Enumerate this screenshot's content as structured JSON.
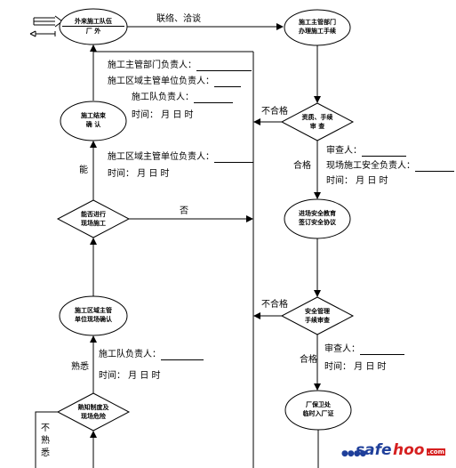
{
  "nodes": {
    "contractor": {
      "line1": "外来施工队伍",
      "line2": "厂  外"
    },
    "dept_process": {
      "line1": "施工主管部门",
      "line2": "办理施工手续"
    },
    "qual_review": {
      "line1": "资质、手续",
      "line2": "审  查"
    },
    "safety_edu": {
      "line1": "进场安全教育",
      "line2": "签订安全协议"
    },
    "safety_mgmt": {
      "line1": "安全管理",
      "line2": "手续审查"
    },
    "guard_pass": {
      "line1": "厂保卫处",
      "line2": "临时入厂证"
    },
    "work_end": {
      "line1": "施工结束",
      "line2": "确  认"
    },
    "can_proceed": {
      "line1": "能否进行",
      "line2": "现场施工"
    },
    "area_confirm": {
      "line1": "施工区域主管",
      "line2": "单位现场确认"
    },
    "familiar": {
      "line1": "熟知制度及",
      "line2": "现场危险"
    }
  },
  "edge_labels": {
    "liaison": "联络、洽谈",
    "no_1": "不合格",
    "pass_1": "合格",
    "no_2": "否",
    "no_3": "不合格",
    "pass_2": "合格",
    "can": "能",
    "familiar": "熟悉",
    "not_familiar": "不熟悉"
  },
  "signatures": {
    "top_block": [
      "施工主管部门负责人：",
      "施工区域主管单位负责人：",
      "施工队负责人："
    ],
    "top_time": "时间：  月   日   时",
    "area_lead": "施工区域主管单位负责人：",
    "area_time": "时间：   月   日   时",
    "reviewer_1": "审查人：",
    "site_safety": "现场施工安全负责人：",
    "time_1": "时间：   月   日   时",
    "team_lead": "施工队负责人：",
    "team_time": "时间：  月   日   时",
    "reviewer_2": "审查人：",
    "time_2": "时间：   月   日   时"
  },
  "watermark": {
    "dots": "●●●●",
    "part1": "safe",
    "part2": "hoo",
    "suffix": ".com"
  }
}
